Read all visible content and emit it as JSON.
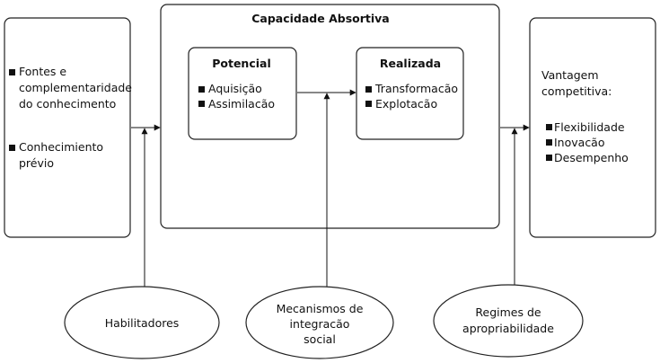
{
  "left_box": {
    "items": [
      {
        "lines": [
          "Fontes e",
          "complementaridade",
          "do conhecimento"
        ]
      },
      {
        "lines": [
          "Conhecimiento",
          "prévio"
        ]
      }
    ]
  },
  "center_box": {
    "title": "Capacidade Absortiva",
    "potencial": {
      "title": "Potencial",
      "items": [
        "Aquisição",
        "Assimilacão"
      ]
    },
    "realizada": {
      "title": "Realizada",
      "items": [
        "Transformacão",
        "Explotacão"
      ]
    }
  },
  "right_box": {
    "title_lines": [
      "Vantagem",
      "competitiva:"
    ],
    "items": [
      "Flexibilidade",
      "Inovacão",
      "Desempenho"
    ]
  },
  "ovals": {
    "habilitadores": {
      "lines": [
        "Habilitadores"
      ]
    },
    "mecanismos": {
      "lines": [
        "Mecanismos de",
        "integracão",
        "social"
      ]
    },
    "regimes": {
      "lines": [
        "Regimes de",
        "apropriabilidade"
      ]
    }
  },
  "colors": {
    "stroke": "#111111",
    "background": "#ffffff"
  }
}
